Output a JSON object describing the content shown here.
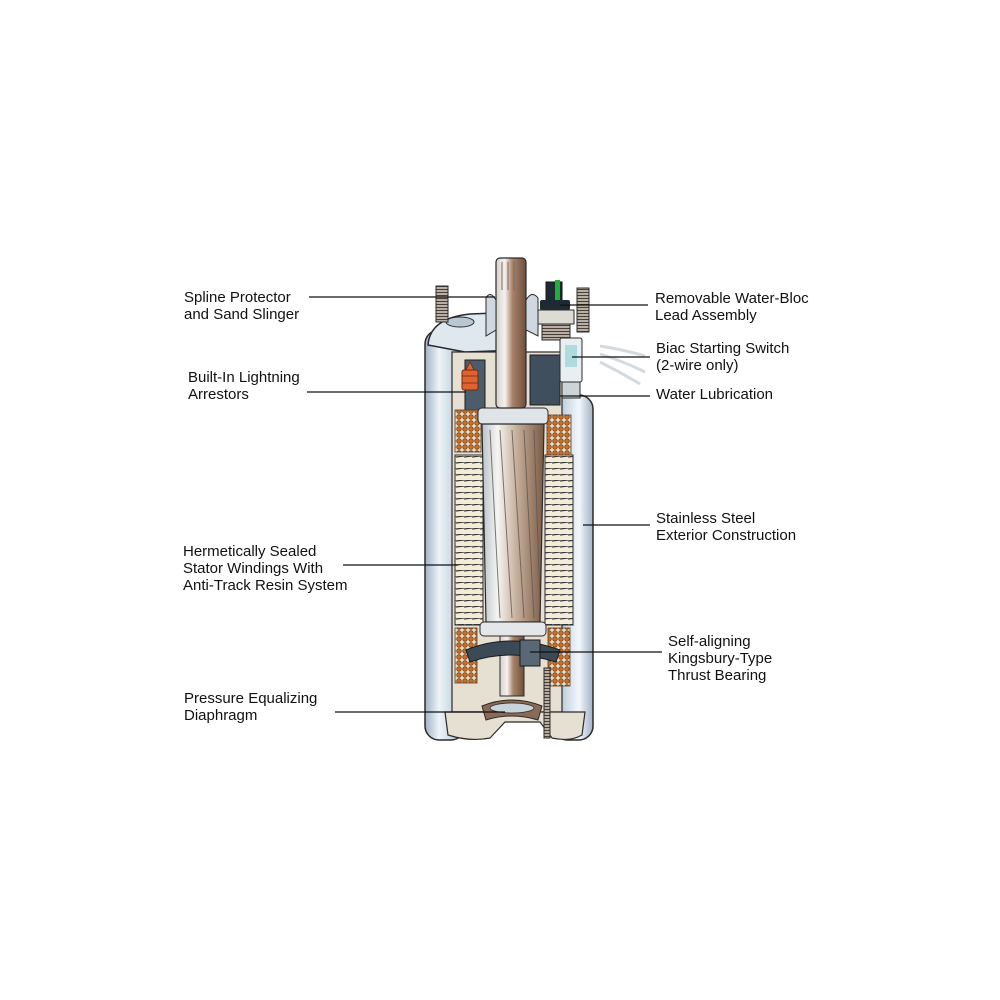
{
  "diagram": {
    "subject": "Submersible well pump motor cutaway",
    "colors": {
      "background": "#ffffff",
      "steel_shell": "#c9d6e3",
      "steel_highlight": "#eef3f8",
      "steel_shadow": "#8ea3b8",
      "housing_cream": "#e6e0d2",
      "copper": "#c8702a",
      "copper_dark": "#7a3d12",
      "shaft_bronze": "#a8836a",
      "arrestor_orange": "#e0622e",
      "lead_green": "#1fae3a",
      "leader_line": "#111111"
    },
    "labels": [
      {
        "id": "spline-protector",
        "lines": [
          "Spline Protector",
          "and Sand Slinger"
        ],
        "side": "left"
      },
      {
        "id": "lightning-arrestors",
        "lines": [
          "Built-In Lightning",
          "Arrestors"
        ],
        "side": "left"
      },
      {
        "id": "stator-windings",
        "lines": [
          "Hermetically Sealed",
          "Stator Windings With",
          "Anti-Track Resin System"
        ],
        "side": "left"
      },
      {
        "id": "pressure-diaphragm",
        "lines": [
          "Pressure Equalizing",
          "Diaphragm"
        ],
        "side": "left"
      },
      {
        "id": "water-bloc-lead",
        "lines": [
          "Removable Water-Bloc",
          "Lead Assembly"
        ],
        "side": "right"
      },
      {
        "id": "biac-switch",
        "lines": [
          "Biac Starting Switch",
          "(2-wire only)"
        ],
        "side": "right"
      },
      {
        "id": "water-lubrication",
        "lines": [
          "Water Lubrication"
        ],
        "side": "right"
      },
      {
        "id": "stainless-exterior",
        "lines": [
          "Stainless Steel",
          "Exterior Construction"
        ],
        "side": "right"
      },
      {
        "id": "thrust-bearing",
        "lines": [
          "Self-aligning",
          "Kingsbury-Type",
          "Thrust Bearing"
        ],
        "side": "right"
      }
    ]
  }
}
